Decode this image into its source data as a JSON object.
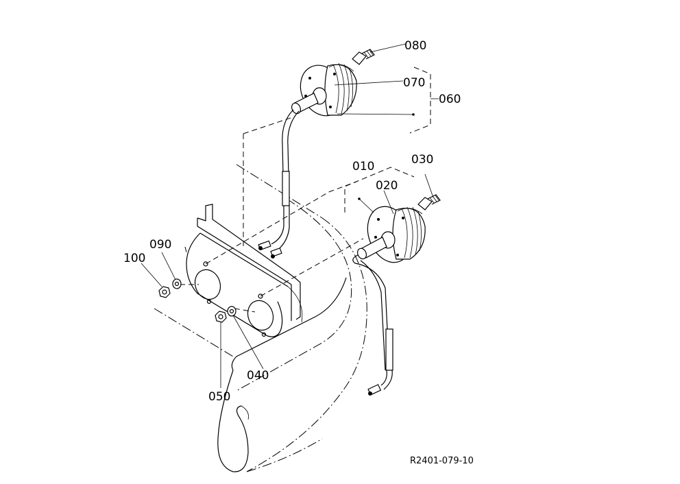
{
  "labels": {
    "p010": "010",
    "p020": "020",
    "p030": "030",
    "p040": "040",
    "p050": "050",
    "p060": "060",
    "p070": "070",
    "p080": "080",
    "p090": "090",
    "p100": "100"
  },
  "drawing_number": "R2401-079-10"
}
